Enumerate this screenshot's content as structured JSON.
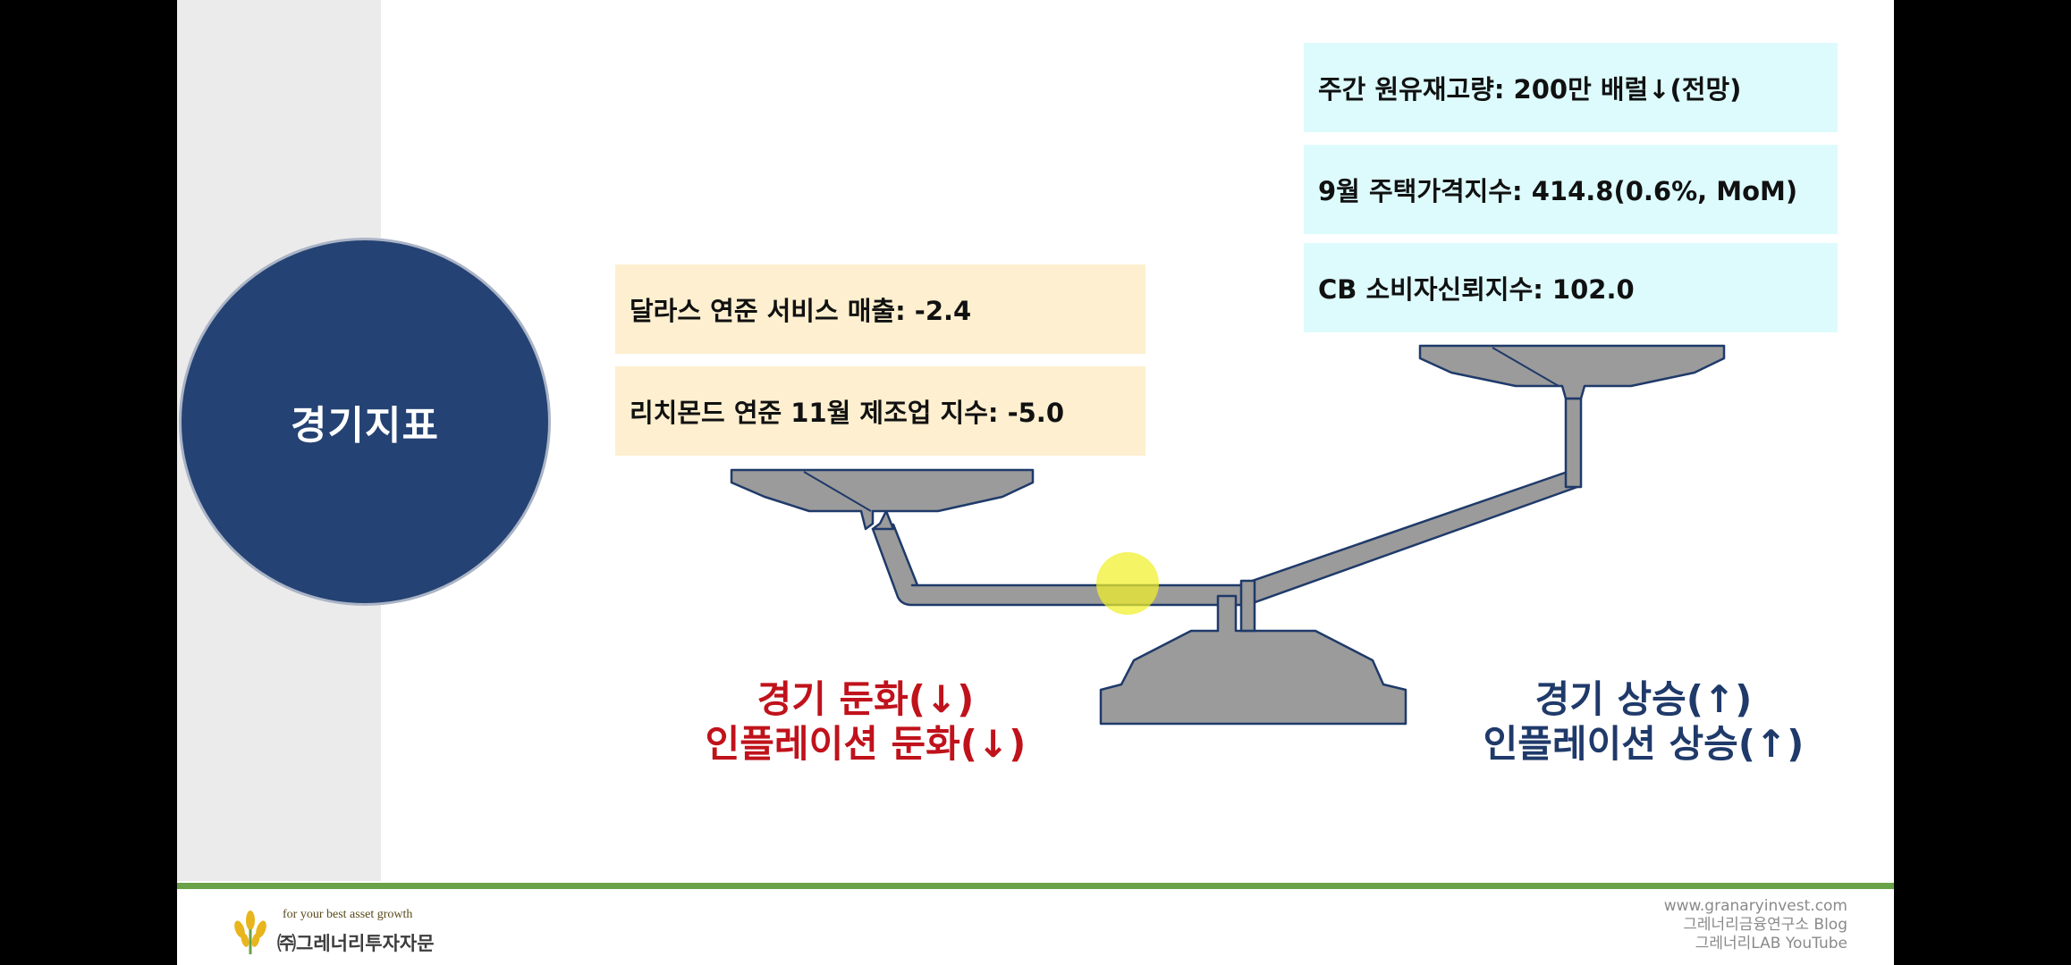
{
  "circle_label": "경기지표",
  "left_indicators": [
    "달라스 연준 서비스 매출: -2.4",
    "리치몬드 연준 11월 제조업 지수: -5.0"
  ],
  "right_indicators": [
    "주간 원유재고량: 200만 배럴↓(전망)",
    "9월 주택가격지수: 414.8(0.6%, MoM)",
    "CB 소비자신뢰지수: 102.0"
  ],
  "left_caption": {
    "line1": "경기 둔화(↓)",
    "line2": "인플레이션 둔화(↓)"
  },
  "right_caption": {
    "line1": "경기 상승(↑)",
    "line2": "인플레이션 상승(↑)"
  },
  "footer": {
    "tagline": "for your best asset growth",
    "company": "㈜그레너리투자자문",
    "website": "www.granaryinvest.com",
    "blog": "그레너리금융연구소 Blog",
    "youtube": "그레너리LAB YouTube"
  },
  "colors": {
    "circle": "#244273",
    "left_box": "#fdefcf",
    "right_box": "#ddfbfd",
    "decline_text": "#c0121b",
    "rise_text": "#1f3a6a",
    "scale_fill": "#9b9b9b",
    "scale_stroke": "#1f3a6a",
    "footer_line": "#6aa247"
  }
}
